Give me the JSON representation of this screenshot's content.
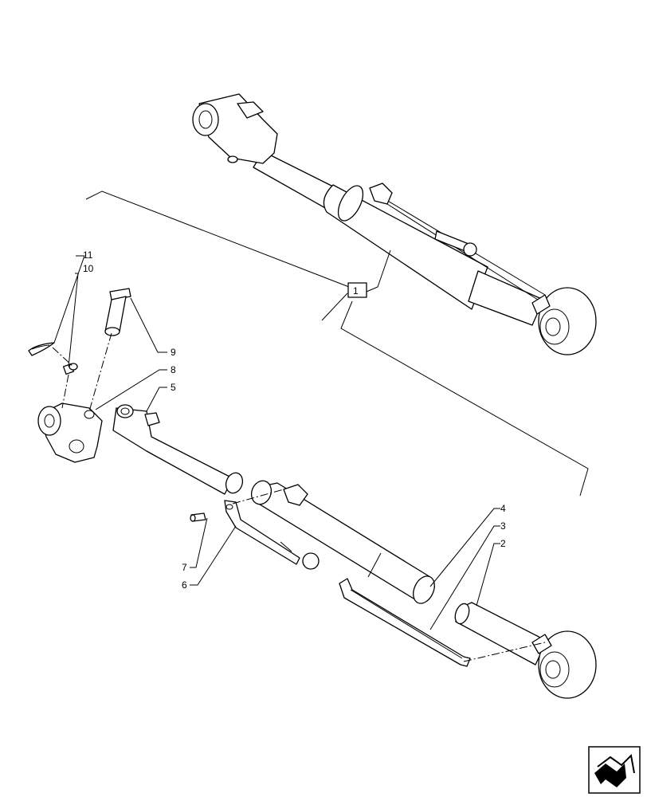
{
  "diagram": {
    "callouts": {
      "assembly": "1",
      "p2": "2",
      "p3": "3",
      "p4": "4",
      "p5": "5",
      "p6": "6",
      "p7": "7",
      "p8": "8",
      "p9": "9",
      "p10": "10",
      "p11": "11"
    }
  },
  "nav_icon": "page-navigation-arrow-icon"
}
